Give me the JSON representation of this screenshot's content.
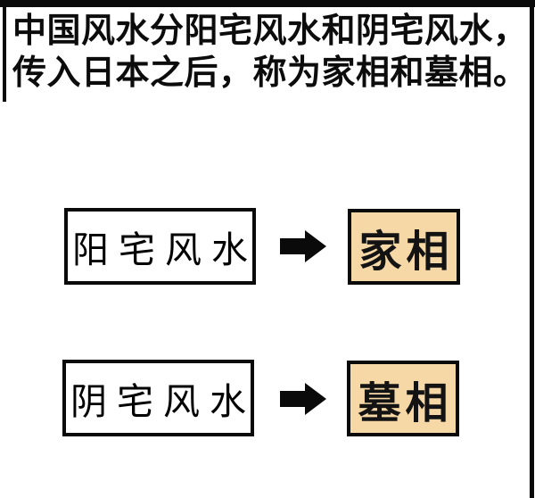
{
  "panel": {
    "intro": {
      "line1": "中国风水分阳宅风水和阴宅风水，",
      "line2": "传入日本之后，称为家相和墓相。"
    },
    "mappings": [
      {
        "source": "阳宅风水",
        "target": "家相"
      },
      {
        "source": "阴宅风水",
        "target": "墓相"
      }
    ],
    "icons": {
      "arrow": "right-arrow"
    },
    "colors": {
      "highlight_fill": "#F5D8A5",
      "border": "#0A0A0A",
      "background": "#FFFFFF"
    }
  }
}
